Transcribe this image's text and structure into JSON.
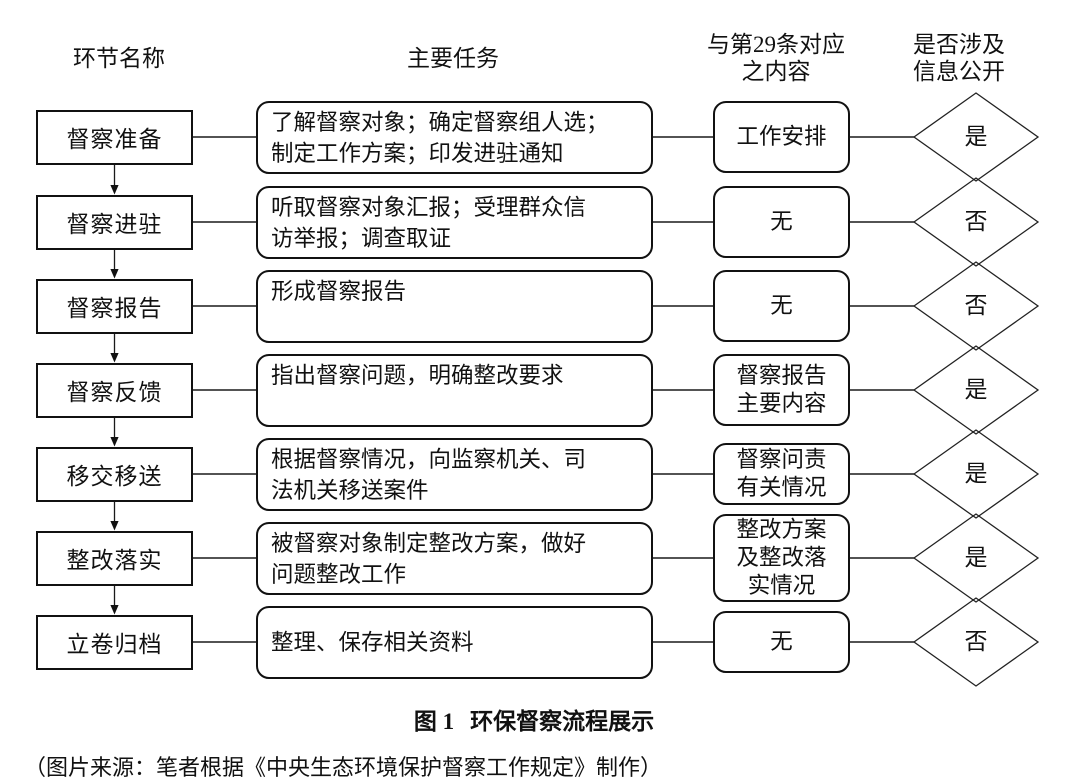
{
  "headers": {
    "col1": "环节名称",
    "col2": "主要任务",
    "col3": "与第29条对应\n之内容",
    "col4": "是否涉及\n信息公开"
  },
  "rows": [
    {
      "stage": "督察准备",
      "task": "了解督察对象；确定督察组人选；\n制定工作方案；印发进驻通知",
      "article": "工作安排",
      "disclosure": "是"
    },
    {
      "stage": "督察进驻",
      "task": "听取督察对象汇报；受理群众信\n访举报；调查取证",
      "article": "无",
      "disclosure": "否"
    },
    {
      "stage": "督察报告",
      "task": "形成督察报告",
      "article": "无",
      "disclosure": "否"
    },
    {
      "stage": "督察反馈",
      "task": "指出督察问题，明确整改要求",
      "article": "督察报告\n主要内容",
      "disclosure": "是"
    },
    {
      "stage": "移交移送",
      "task": "根据督察情况，向监察机关、司\n法机关移送案件",
      "article": "督察问责\n有关情况",
      "disclosure": "是"
    },
    {
      "stage": "整改落实",
      "task": "被督察对象制定整改方案，做好\n问题整改工作",
      "article": "整改方案\n及整改落\n实情况",
      "disclosure": "是"
    },
    {
      "stage": "立卷归档",
      "task": "整理、保存相关资料",
      "article": "无",
      "disclosure": "否"
    }
  ],
  "caption": {
    "label": "图 1",
    "title": "环保督察流程展示"
  },
  "source": "（图片来源：笔者根据《中央生态环境保护督察工作规定》制作）",
  "colors": {
    "line": "#1a1a1a",
    "background": "#ffffff"
  }
}
